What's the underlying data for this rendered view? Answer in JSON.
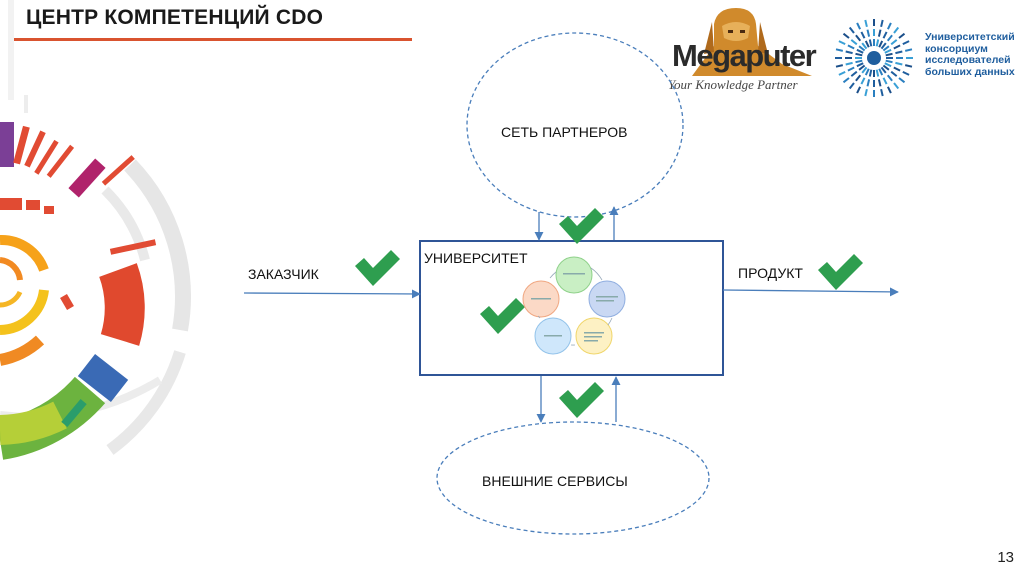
{
  "title": "ЦЕНТР КОМПЕТЕНЦИЙ CDO",
  "labels": {
    "partners": "СЕТЬ ПАРТНЕРОВ",
    "customer": "ЗАКАЗЧИК",
    "university": "УНИВЕРСИТЕТ",
    "product": "ПРОДУКТ",
    "services": "ВНЕШНИЕ СЕРВИСЫ"
  },
  "logos": {
    "megaputer": {
      "name": "Megaputer",
      "tagline": "Your Knowledge Partner"
    },
    "consortium": {
      "lines": [
        "Университетский",
        "консорциум",
        "исследователей",
        "больших данных"
      ]
    }
  },
  "page_number": "13",
  "colors": {
    "accent_line": "#d9532f",
    "arrow": "#4a7ebb",
    "check": "#2e9e4f",
    "box_border": "#2f5597",
    "consortium_blue": "#1f5e9e"
  },
  "icons": {
    "check": "checkmark-icon"
  }
}
